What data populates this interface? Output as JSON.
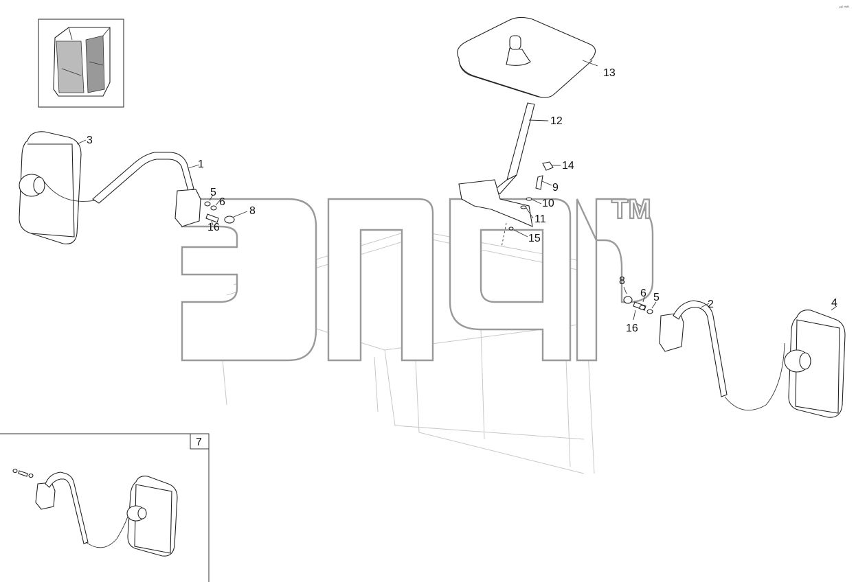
{
  "corner_code": "ᴎᴳ ᵇᵂᴮ",
  "watermark": {
    "trademark": "TM"
  },
  "callouts": {
    "c1": "1",
    "c2": "2",
    "c3": "3",
    "c4": "4",
    "c5a": "5",
    "c5b": "5",
    "c6a": "6",
    "c6b": "6",
    "c7": "7",
    "c8a": "8",
    "c8b": "8",
    "c9": "9",
    "c10": "10",
    "c11": "11",
    "c12": "12",
    "c13": "13",
    "c14": "14",
    "c15": "15",
    "c16a": "16",
    "c16b": "16"
  },
  "icons": {
    "cab_thumbnail": "cab-thumbnail-icon",
    "mirror": "mirror-icon",
    "arm": "mirror-arm-icon",
    "bracket": "roof-bracket-icon"
  }
}
